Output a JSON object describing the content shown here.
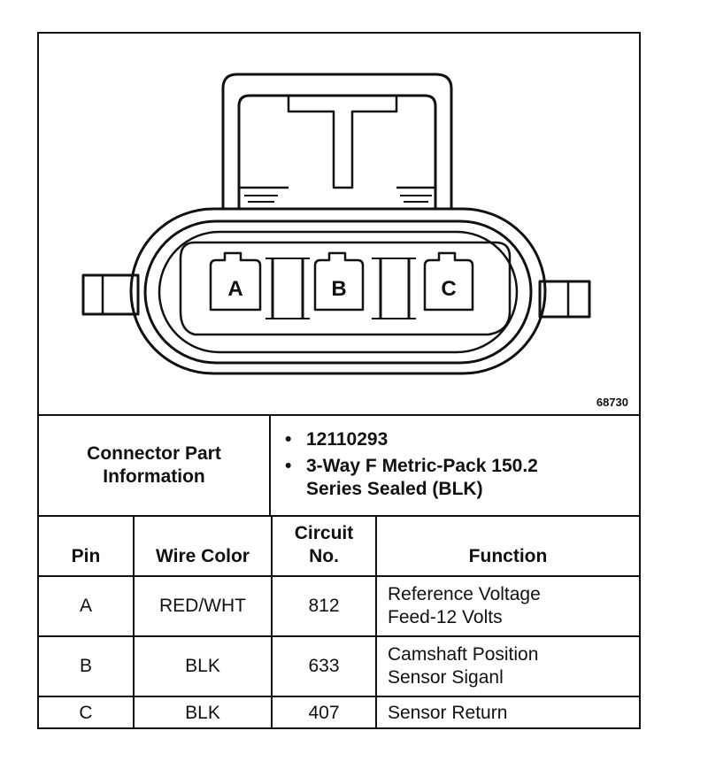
{
  "figure": {
    "number": "68730",
    "pin_labels": [
      "A",
      "B",
      "C"
    ]
  },
  "part_info": {
    "label": "Connector Part\nInformation",
    "items": [
      "12110293",
      "3-Way F Metric-Pack 150.2\nSeries Sealed (BLK)"
    ]
  },
  "table": {
    "headers": {
      "pin": "Pin",
      "wire_color": "Wire Color",
      "circuit": "Circuit\nNo.",
      "function": "Function"
    },
    "rows": [
      {
        "pin": "A",
        "wire_color": "RED/WHT",
        "circuit": "812",
        "function": "Reference Voltage\nFeed-12 Volts"
      },
      {
        "pin": "B",
        "wire_color": "BLK",
        "circuit": "633",
        "function": "Camshaft Position\nSensor Siganl"
      },
      {
        "pin": "C",
        "wire_color": "BLK",
        "circuit": "407",
        "function": "Sensor Return"
      }
    ]
  }
}
